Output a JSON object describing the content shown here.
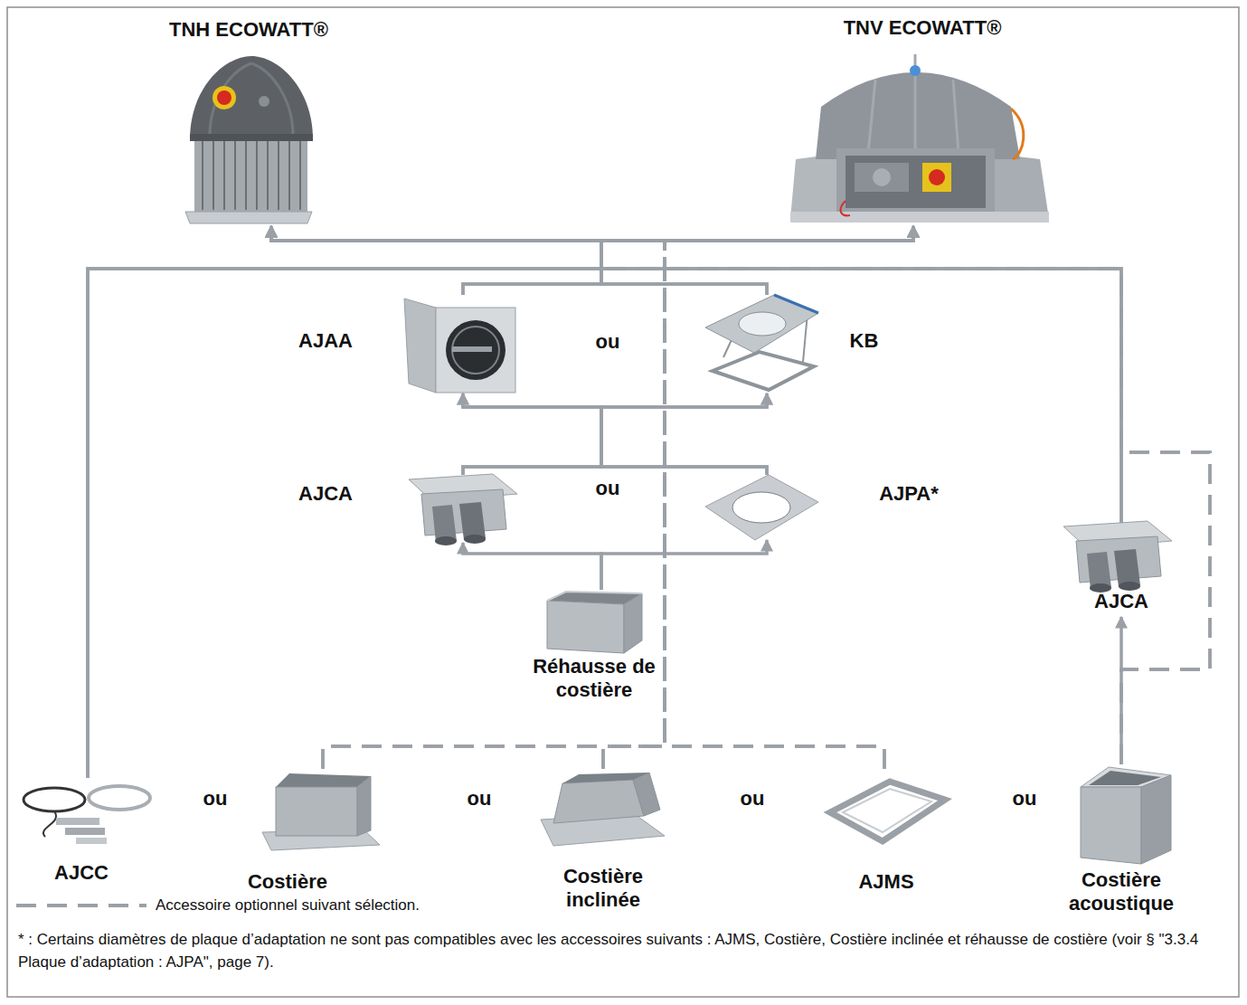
{
  "diagram": {
    "nodes": [
      {
        "text": [
          "TNH ECOWATT®"
        ]
      },
      {
        "text": [
          "TNV ECOWATT®"
        ]
      },
      {
        "text": [
          "AJAA"
        ]
      },
      {
        "text": [
          "KB"
        ]
      },
      {
        "text": [
          "AJCA"
        ]
      },
      {
        "text": [
          "AJPA*"
        ]
      },
      {
        "text": [
          "Réhausse de costière"
        ]
      },
      {
        "text": [
          "AJCA"
        ]
      },
      {
        "text": [
          "AJCC"
        ]
      },
      {
        "text": [
          "Costière"
        ]
      },
      {
        "text": [
          "Costière inclinée"
        ]
      },
      {
        "text": [
          "AJMS"
        ]
      },
      {
        "text": [
          "Costière acoustique"
        ]
      }
    ],
    "edges": [
      {
        "from": 8,
        "to": 0,
        "arrow": "to"
      },
      {
        "from": 8,
        "to": 1,
        "arrow": "to"
      },
      {
        "from": 2,
        "to": 0,
        "arrow": "to"
      },
      {
        "from": 2,
        "to": 1,
        "arrow": "to"
      },
      {
        "from": 3,
        "to": 0,
        "arrow": "to"
      },
      {
        "from": 3,
        "to": 1,
        "arrow": "to"
      },
      {
        "from": 4,
        "to": 2,
        "arrow": "to"
      },
      {
        "from": 4,
        "to": 3,
        "arrow": "to"
      },
      {
        "from": 5,
        "to": 2,
        "arrow": "to"
      },
      {
        "from": 5,
        "to": 3,
        "arrow": "to"
      },
      {
        "from": 6,
        "to": 4,
        "arrow": "to"
      },
      {
        "from": 6,
        "to": 5,
        "arrow": "to"
      },
      {
        "from": 9,
        "to": 0,
        "arrow": "to"
      },
      {
        "from": 9,
        "to": 1,
        "arrow": "to"
      },
      {
        "from": 10,
        "to": 0,
        "arrow": "to"
      },
      {
        "from": 10,
        "to": 1,
        "arrow": "to"
      },
      {
        "from": 11,
        "to": 0,
        "arrow": "to"
      },
      {
        "from": 11,
        "to": 1,
        "arrow": "to"
      },
      {
        "from": 12,
        "to": 7,
        "arrow": "to"
      },
      {
        "from": 7,
        "to": 0,
        "arrow": "to"
      },
      {
        "from": 7,
        "to": 1,
        "arrow": "to"
      },
      {
        "from": 12,
        "to": 0,
        "arrow": "to"
      },
      {
        "from": 12,
        "to": 1,
        "arrow": "to"
      }
    ],
    "labels": [
      "ou",
      "ou",
      "ou",
      "ou",
      "ou",
      "ou",
      "* : Certains diamètres de plaque d’adaptation ne sont pas compatibles avec les accessoires suivants : AJMS, Costière, Costière inclinée et réhausse de costière (voir § \"3.3.4 Plaque d’adaptation : AJPA\", page 7)."
    ],
    "legend": [
      {
        "text": "Accessoire optionnel suivant sélection."
      }
    ]
  }
}
